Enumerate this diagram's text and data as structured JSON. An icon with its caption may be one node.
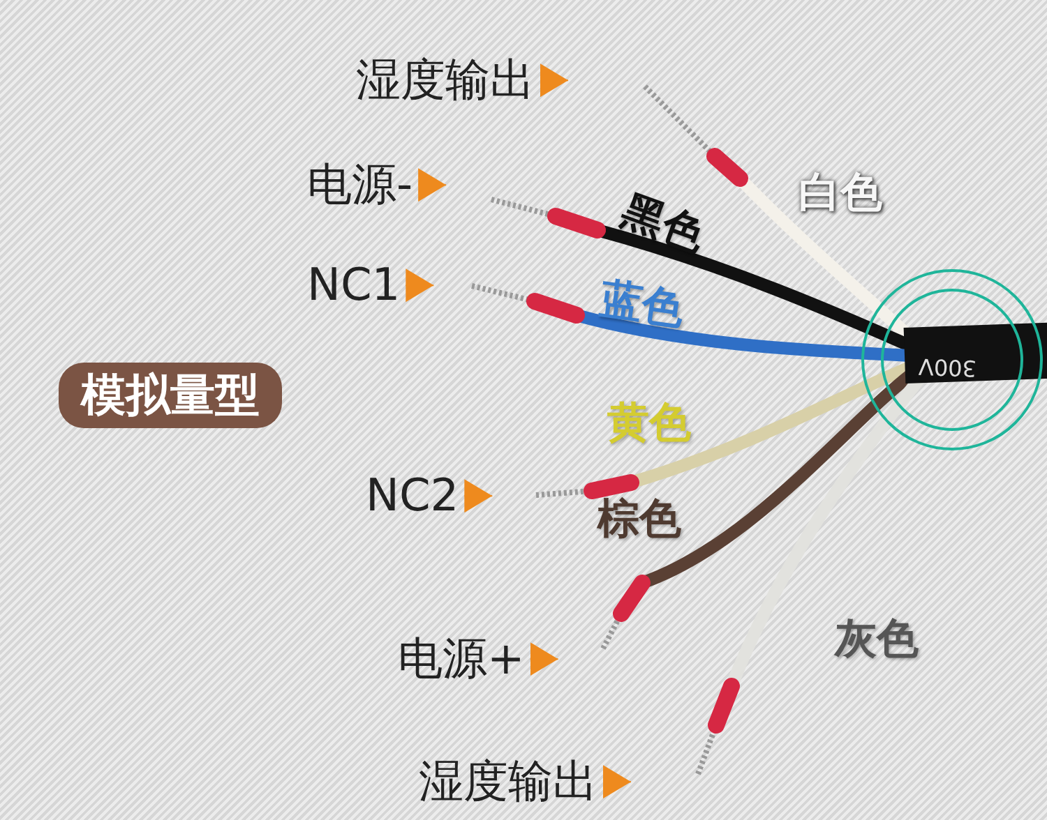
{
  "diagram": {
    "nodes": [
      {
        "text": [
          "模拟量型"
        ]
      },
      {
        "text": [
          "湿度输出"
        ]
      },
      {
        "text": [
          "电源-"
        ]
      },
      {
        "text": [
          "NC1"
        ]
      },
      {
        "text": [
          "NC2"
        ]
      },
      {
        "text": [
          "电源+"
        ]
      },
      {
        "text": [
          "湿度输出"
        ]
      }
    ],
    "edges": [
      {
        "from": 1,
        "to": null,
        "arrow": "to"
      },
      {
        "from": 2,
        "to": null,
        "arrow": "to"
      },
      {
        "from": 3,
        "to": null,
        "arrow": "to"
      },
      {
        "from": 4,
        "to": null,
        "arrow": "to"
      },
      {
        "from": 5,
        "to": null,
        "arrow": "to"
      },
      {
        "from": 6,
        "to": null,
        "arrow": "to"
      }
    ],
    "labels": [
      "白色",
      "黑色",
      "蓝色",
      "黄色",
      "棕色",
      "灰色",
      "300V"
    ]
  }
}
